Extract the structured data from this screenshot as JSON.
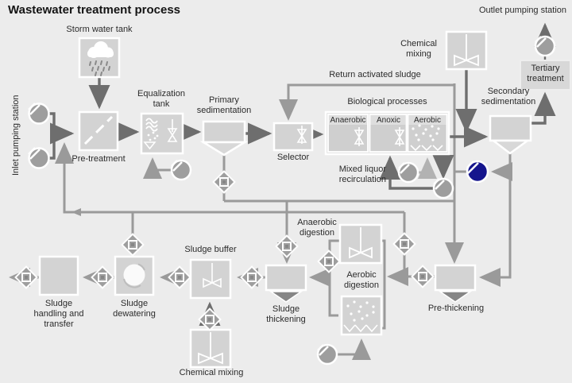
{
  "title": "Wastewater treatment process",
  "labels": {
    "storm_tank": "Storm water tank",
    "inlet_station": "Inlet pumping station",
    "pre_treatment": "Pre-treatment",
    "equalization_tank": "Equalization\ntank",
    "primary_sedimentation": "Primary\nsedimentation",
    "selector": "Selector",
    "return_activated_sludge": "Return activated sludge",
    "biological_processes": "Biological processes",
    "anaerobic": "Anaerobic",
    "anoxic": "Anoxic",
    "aerobic": "Aerobic",
    "mixed_liquor": "Mixed liquor\nrecirculation",
    "chemical_mixing_top": "Chemical\nmixing",
    "secondary_sedimentation": "Secondary\nsedimentation",
    "tertiary_treatment": "Tertiary\ntreatment",
    "outlet_station": "Outlet pumping station",
    "anaerobic_digestion": "Anaerobic\ndigestion",
    "aerobic_digestion": "Aerobic\ndigestion",
    "pre_thickening": "Pre-thickening",
    "sludge_thickening": "Sludge\nthickening",
    "sludge_buffer": "Sludge buffer",
    "chemical_mixing_bottom": "Chemical mixing",
    "sludge_dewatering": "Sludge\ndewatering",
    "sludge_handling": "Sludge\nhandling and\ntransfer"
  },
  "colors": {
    "background": "#ececec",
    "tank_fill": "#d3d3d3",
    "tank_border": "#ffffff",
    "pipe_dark": "#6e6e6e",
    "pipe_light": "#9a9a9a",
    "pump_fill": "#9e9e9e",
    "pump_highlight": "#15158d",
    "valve_fill": "#9e9e9e",
    "thickener_triangle": "#868686",
    "text": "#2b2b2b"
  },
  "icons": [
    "rain-cloud-icon",
    "screen-icon",
    "wave-icon",
    "bubbles-icon",
    "hopper-icon",
    "aerator-icon",
    "mixer-icon",
    "diffuser-icon",
    "centrifuge-icon",
    "pump-icon",
    "ras-pump-icon",
    "valve-icon",
    "clarifier-icon",
    "thickener-icon"
  ]
}
